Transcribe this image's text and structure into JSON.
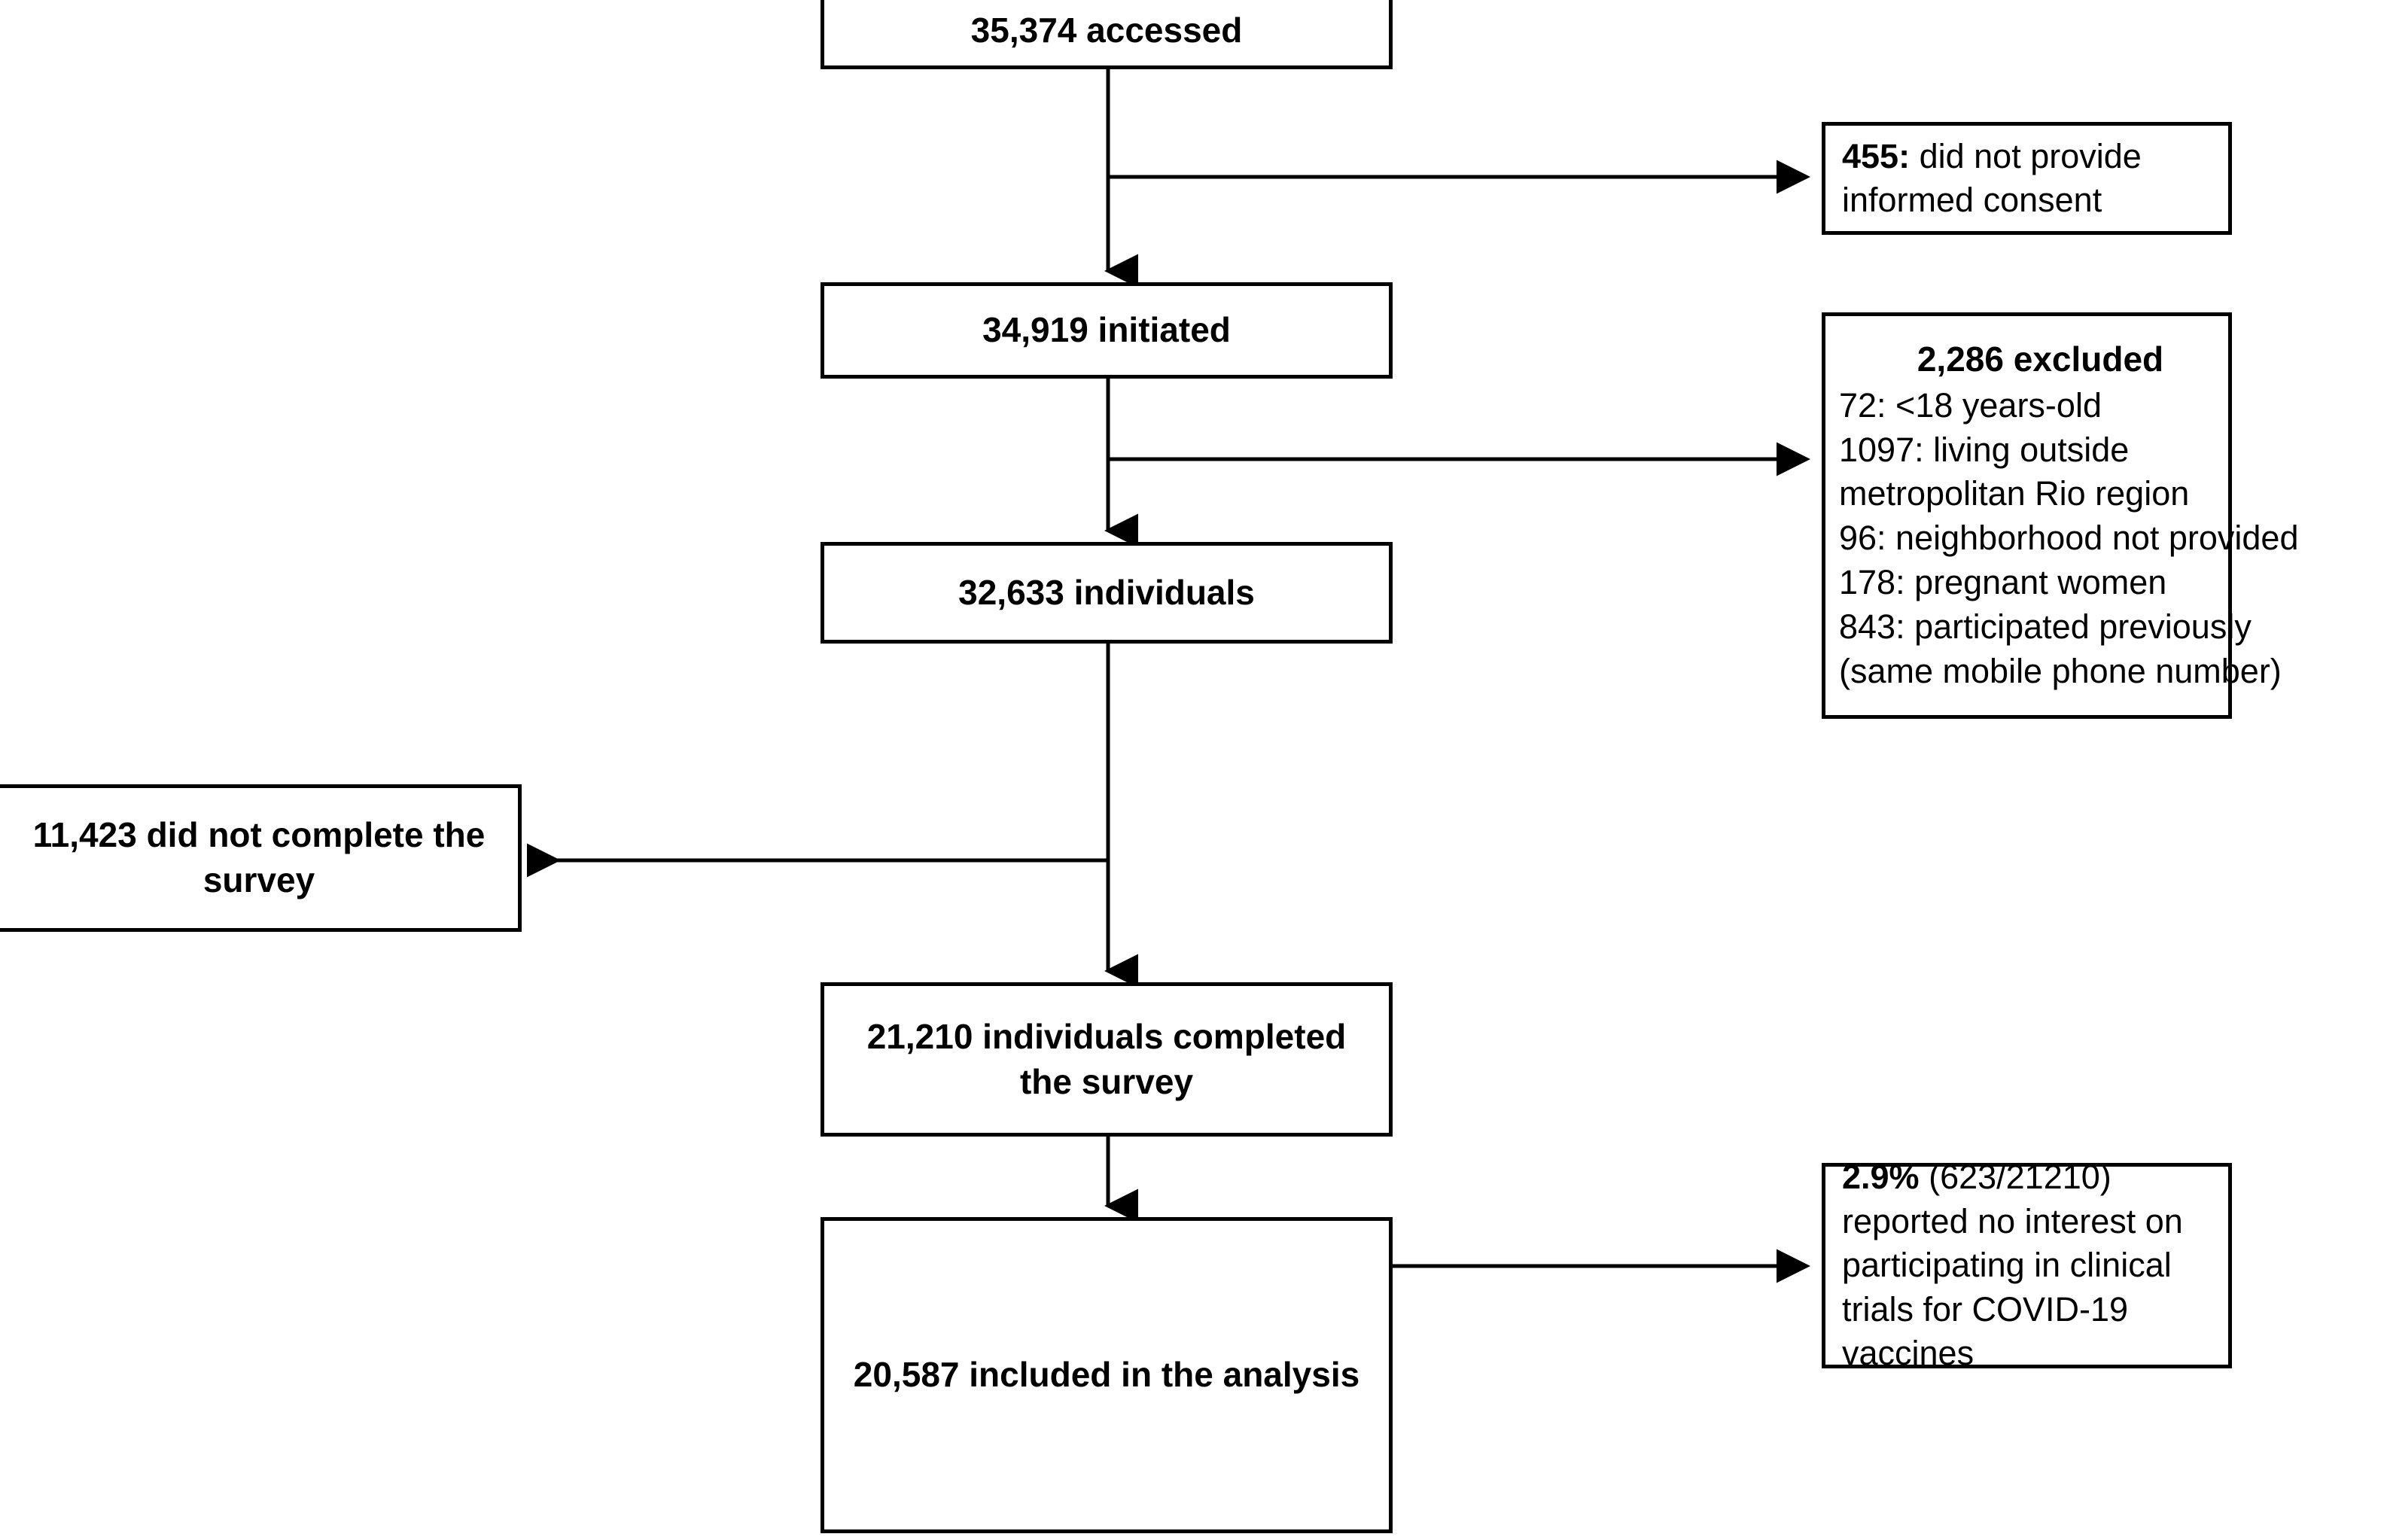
{
  "diagram": {
    "title": "Participant flow diagram",
    "line_color": "#000000",
    "box_border_color": "#000000",
    "background": "#ffffff"
  },
  "nodes": {
    "accessed": {
      "text": "35,374 accessed"
    },
    "initiated": {
      "text": "34,919 initiated"
    },
    "individuals": {
      "text": "32,633 individuals"
    },
    "completed": {
      "text": "21,210 individuals  completed the survey"
    },
    "included": {
      "text": "20,587 included in the analysis"
    },
    "no_consent": {
      "lead": "455:",
      "rest": " did not provide informed consent"
    },
    "not_completed": {
      "text": "11,423 did not complete the survey"
    },
    "excluded": {
      "heading": "2,286 excluded",
      "reasons": [
        "72: <18 years-old",
        "1097: living outside",
        "metropolitan Rio region",
        "96: neighborhood not provided",
        "178: pregnant women",
        "843: participated previously",
        "(same mobile phone number)"
      ]
    },
    "no_interest": {
      "lead": "2.9%",
      "rest": " (623/21210) reported no interest on participating in clinical trials for COVID-19 vaccines"
    }
  },
  "chart_data": {
    "type": "table",
    "title": "Participant flow diagram",
    "categories": [
      "accessed",
      "initiated",
      "individuals",
      "completed the survey",
      "included in the analysis"
    ],
    "values": [
      35374,
      34919,
      32633,
      21210,
      20587
    ],
    "exclusions": [
      {
        "label": "did not provide informed consent",
        "value": 455
      },
      {
        "label": "excluded (total)",
        "value": 2286
      },
      {
        "label": "<18 years-old",
        "value": 72
      },
      {
        "label": "living outside metropolitan Rio region",
        "value": 1097
      },
      {
        "label": "neighborhood not provided",
        "value": 96
      },
      {
        "label": "pregnant women",
        "value": 178
      },
      {
        "label": "participated previously (same mobile phone number)",
        "value": 843
      },
      {
        "label": "did not complete the survey",
        "value": 11423
      },
      {
        "label": "reported no interest on participating in clinical trials for COVID-19 vaccines",
        "value": 623,
        "percent": 2.9,
        "denominator": 21210
      }
    ]
  }
}
